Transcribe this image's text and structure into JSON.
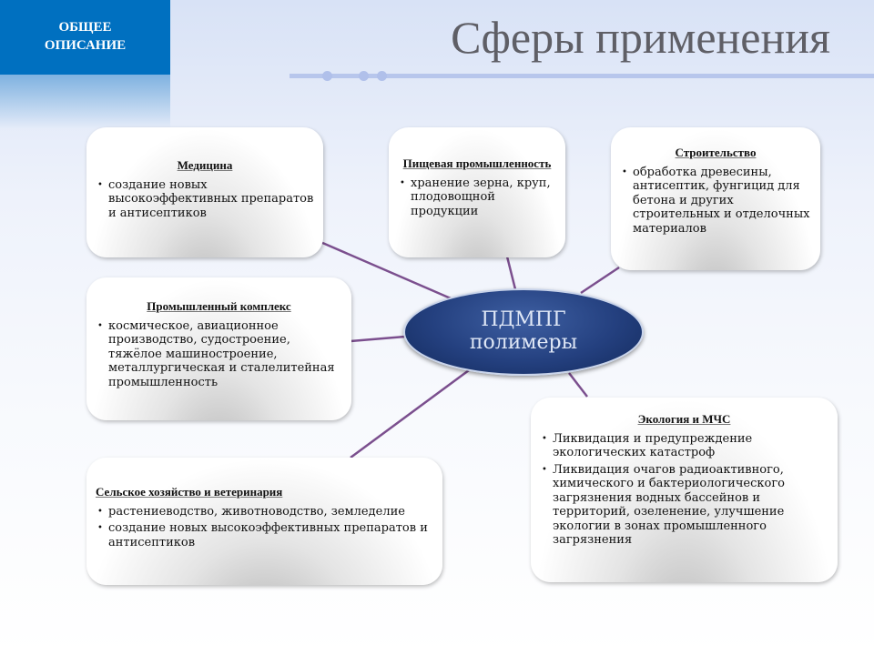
{
  "section_tag": [
    "ОБЩЕЕ",
    "ОПИСАНИЕ"
  ],
  "title": "Сферы применения",
  "center": {
    "line1": "ПДМПГ",
    "line2": "полимеры"
  },
  "line_color": "#7b4f8e",
  "boxes": {
    "medicine": {
      "title": "Медицина",
      "items": [
        "создание новых высокоэффективных препаратов и антисептиков"
      ]
    },
    "food": {
      "title": "Пищевая промышленность",
      "items": [
        "хранение зерна, круп, плодовощной  продукции"
      ]
    },
    "construction": {
      "title": "Строительство",
      "items": [
        "обработка древесины, антисептик, фунгицид для бетона и других строительных и отделочных материалов"
      ]
    },
    "industry": {
      "title": "Промышленный комплекс",
      "items": [
        "космическое, авиационное производство, судостроение, тяжёлое машиностроение, металлургическая и сталелитейная промышленность"
      ]
    },
    "agriculture": {
      "title": "Сельское хозяйство и ветеринария",
      "items": [
        "растениеводство, животноводство, земледелие",
        "создание новых высокоэффективных препаратов и антисептиков"
      ]
    },
    "ecology": {
      "title": "Экология  и МЧС",
      "items": [
        "Ликвидация и предупреждение экологических катастроф",
        "Ликвидация очагов радиоактивного, химического и бактериологического загрязнения водных бассейнов и территорий, озеленение, улучшение экологии в зонах промышленного загрязнения"
      ]
    }
  }
}
